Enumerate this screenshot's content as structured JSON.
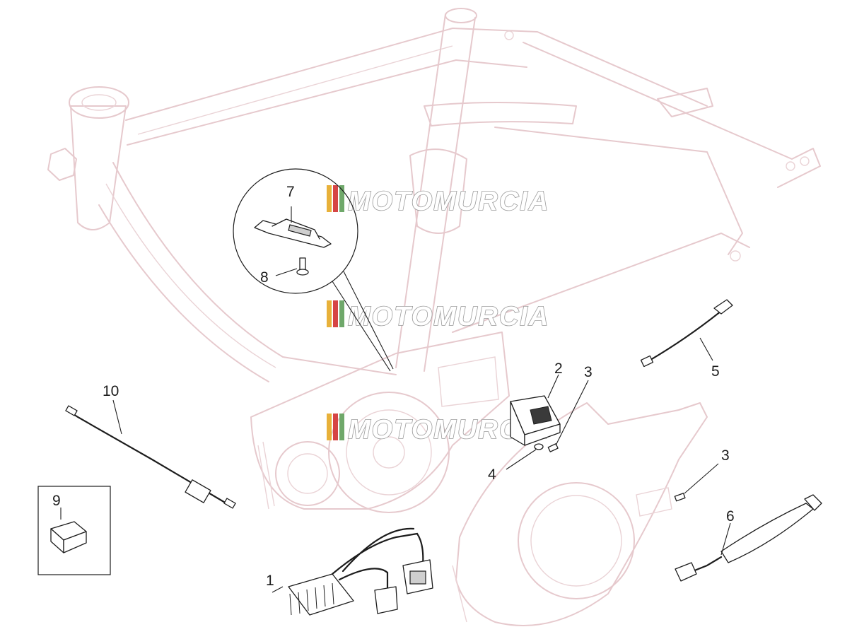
{
  "watermark": {
    "text": "MOTOMURCIA",
    "stripe_colors": [
      "#e8b13a",
      "#d64545",
      "#6fa86a"
    ]
  },
  "callouts": {
    "c1": "1",
    "c2": "2",
    "c3a": "3",
    "c3b": "3",
    "c4": "4",
    "c5": "5",
    "c6": "6",
    "c7": "7",
    "c8": "8",
    "c9": "9",
    "c10": "10"
  },
  "colors": {
    "ghost_frame": "#e6c9cd",
    "ink": "#1d1d1d"
  }
}
